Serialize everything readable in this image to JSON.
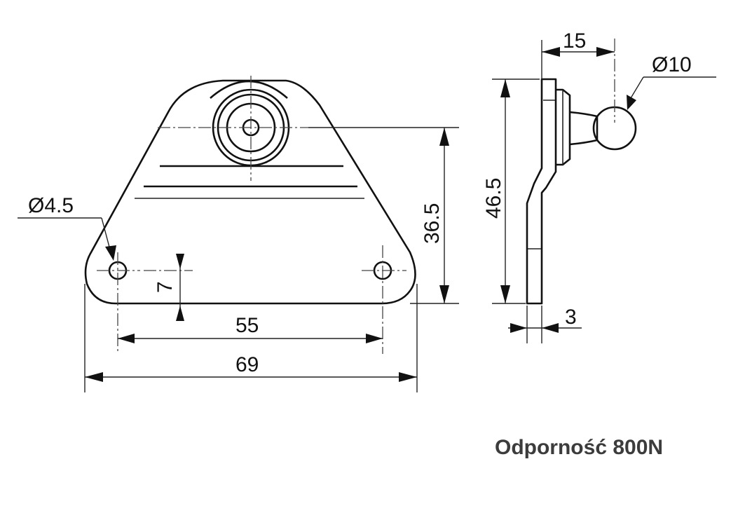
{
  "drawing": {
    "front_view": {
      "hole_diameter_label": "Ø4.5",
      "hole_spacing_label": "55",
      "overall_width_label": "69",
      "hole_offset_label": "7",
      "height_to_ball_center_label": "36.5"
    },
    "side_view": {
      "ball_offset_label": "15",
      "ball_diameter_label": "Ø10",
      "overall_height_label": "46.5",
      "plate_thickness_label": "3"
    }
  },
  "caption": "Odporność 800N",
  "colors": {
    "line": "#111111",
    "caption": "#3c3c3c",
    "background": "#ffffff"
  }
}
